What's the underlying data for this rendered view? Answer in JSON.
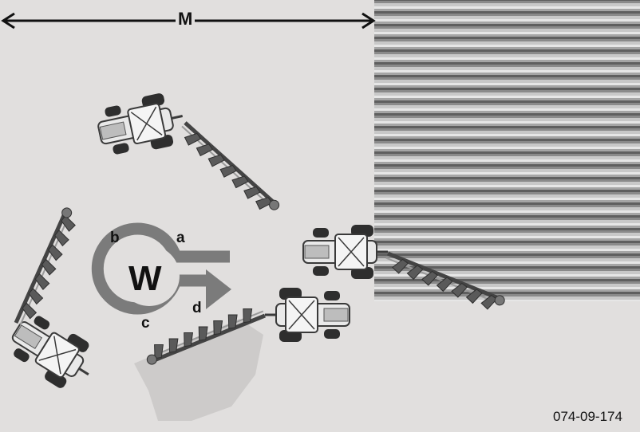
{
  "figure": {
    "width_label": "M",
    "direction_labels": {
      "a": "a",
      "b": "b",
      "c": "c",
      "d": "d"
    },
    "turn_symbol": "W",
    "figure_code": "074-09-174",
    "colors": {
      "field_background": "#e1dfde",
      "ploughed_stripe_dark": "#6e6e6e",
      "ploughed_stripe_light": "#d2d2d2",
      "arrow": "#7b7b7b",
      "machine": "#8c8c8c",
      "text": "#111111"
    }
  }
}
